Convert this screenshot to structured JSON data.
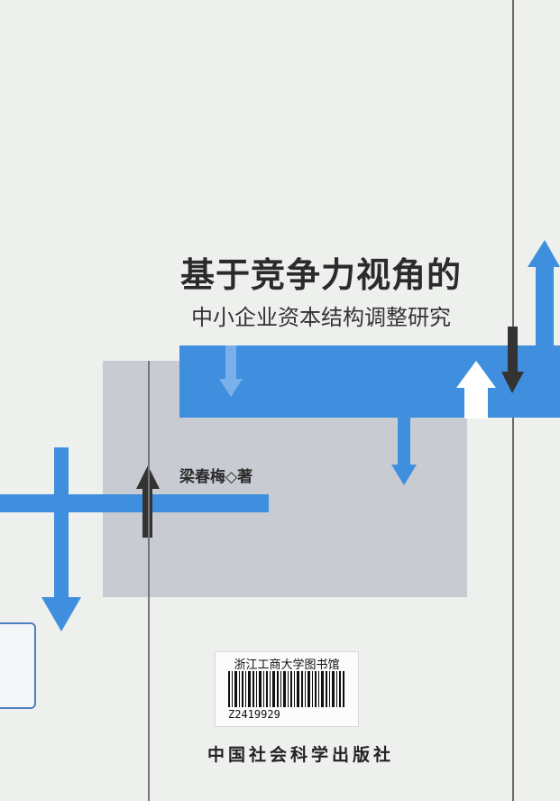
{
  "book": {
    "title": "基于竞争力视角的",
    "subtitle": "中小企业资本结构调整研究",
    "author": "梁春梅◇著",
    "publisher": "中国社会科学出版社"
  },
  "library_label": {
    "library": "浙江工商大学图书馆",
    "code": "Z2419929"
  },
  "colors": {
    "background": "#edf0ec",
    "blue": "#3f8fde",
    "grey": "#c8cbd1",
    "dark_arrow": "#333333",
    "white_arrow": "#ffffff"
  }
}
